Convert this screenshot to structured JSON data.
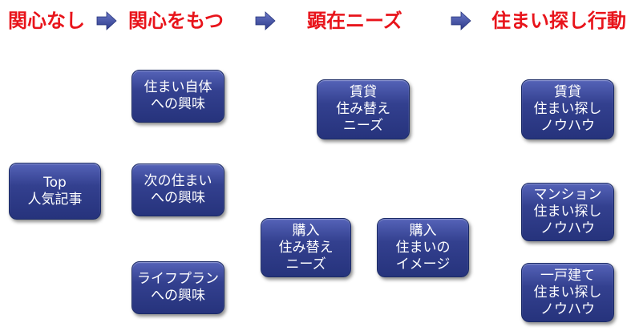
{
  "stages": {
    "no_interest": "関心なし",
    "interest": "関心をもつ",
    "explicit_needs": "顕在ニーズ",
    "action": "住まい探し行動"
  },
  "colors": {
    "stage_text": "#e8141b",
    "arrow": "#3d4a9a",
    "box_fill": "#2c3a86",
    "box_text": "#ffffff"
  },
  "boxes": {
    "top_articles": "Top\n人気記事",
    "interest_housing": "住まい自体\nへの興味",
    "interest_next_home": "次の住まい\nへの興味",
    "interest_life_plan": "ライフプラン\nへの興味",
    "rent_move_needs": "賃貸\n住み替え\nニーズ",
    "buy_move_needs": "購入\n住み替え\nニーズ",
    "buy_home_image": "購入\n住まいの\nイメージ",
    "rent_search_knowhow": "賃貸\n住まい探し\nノウハウ",
    "mansion_search_knowhow": "マンション\n住まい探し\nノウハウ",
    "house_search_knowhow": "一戸建て\n住まい探し\nノウハウ"
  }
}
